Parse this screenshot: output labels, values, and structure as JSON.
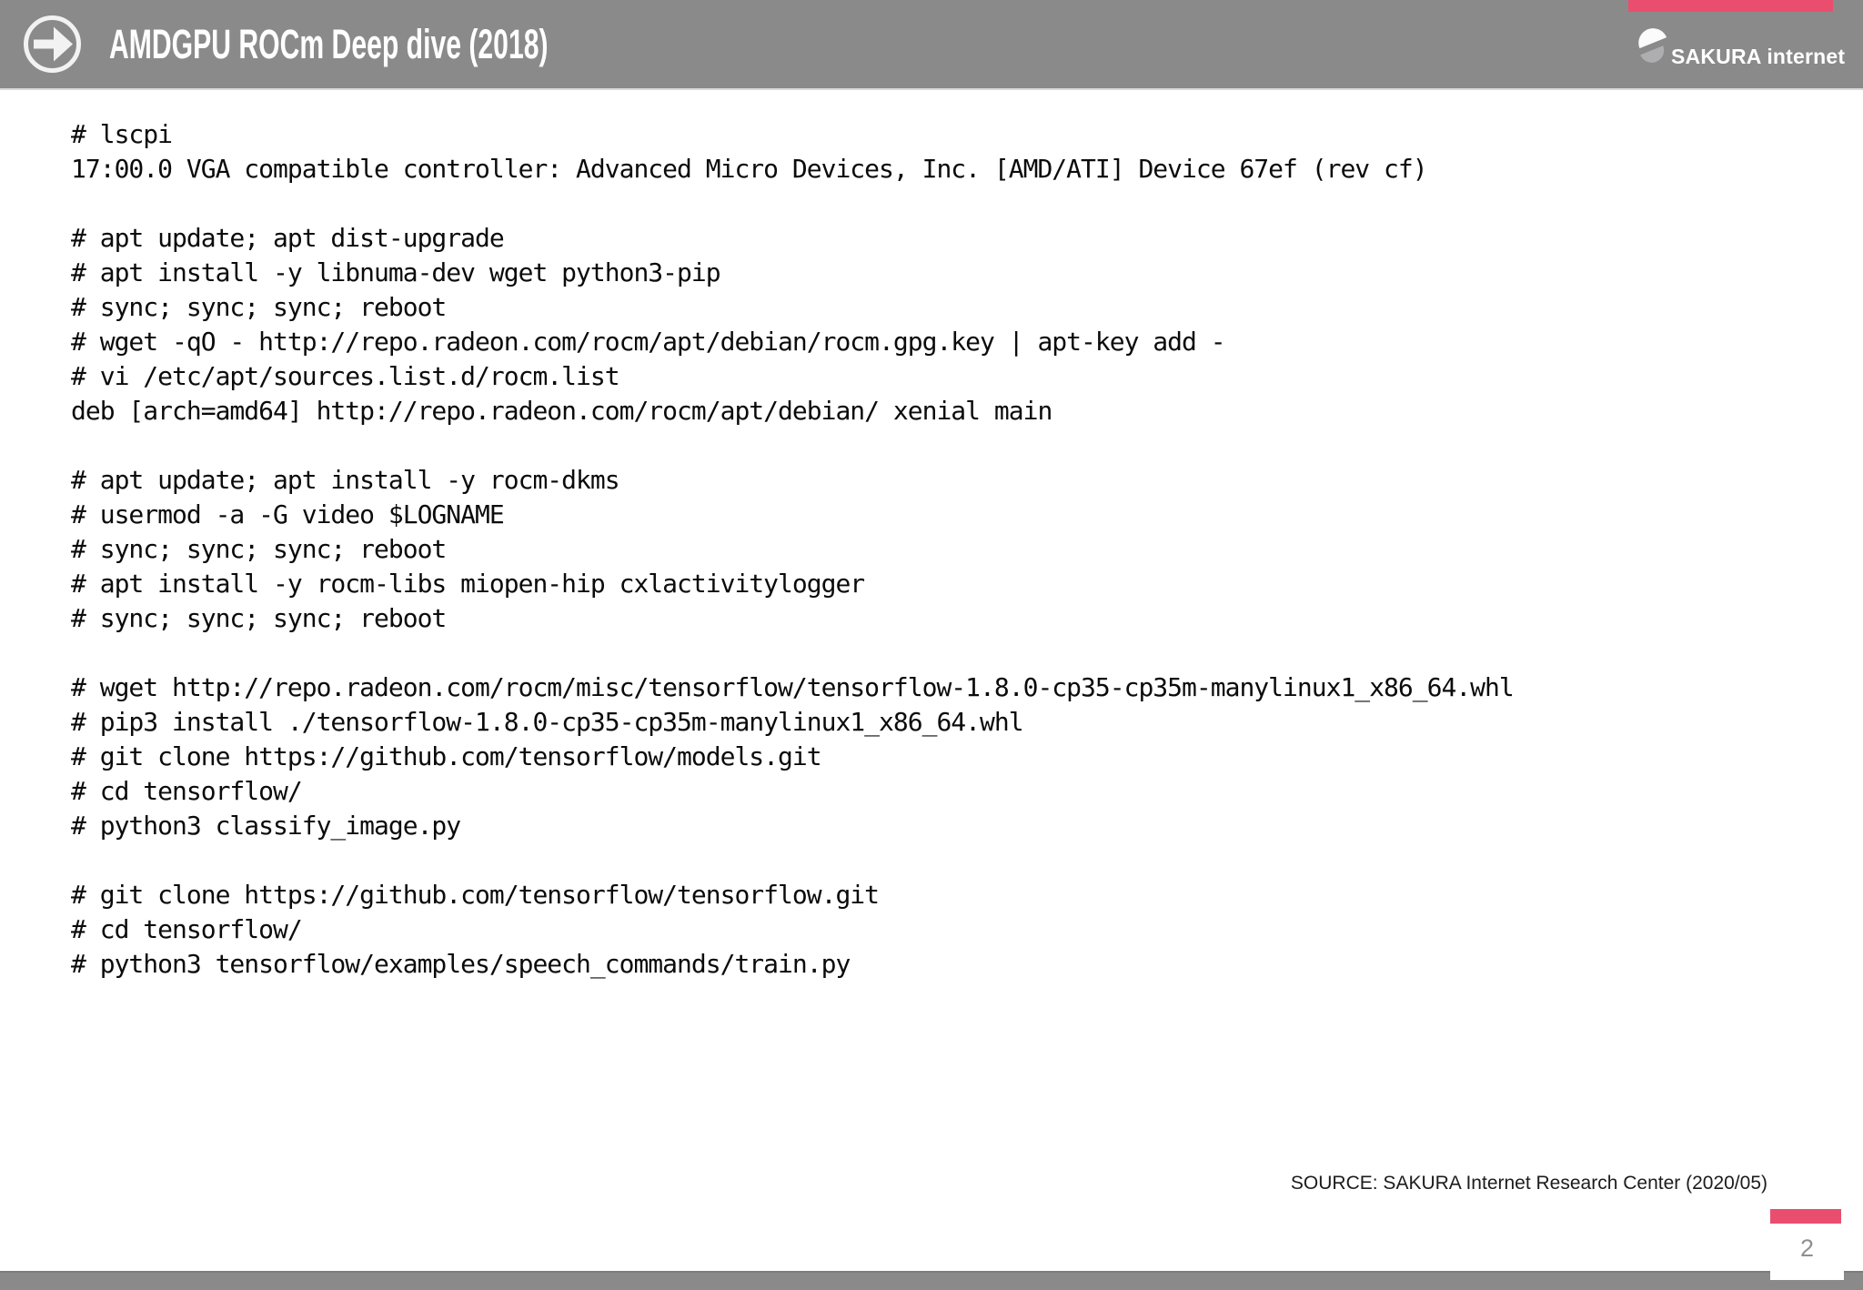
{
  "header": {
    "title": "AMDGPU ROCm Deep dive (2018)",
    "logo_text": "SAKURA internet",
    "accent_color": "#ea4e6e",
    "bar_color": "#8a8a8a"
  },
  "terminal": {
    "blocks": [
      {
        "lines": [
          "# lscpi",
          "17:00.0 VGA compatible controller: Advanced Micro Devices, Inc. [AMD/ATI] Device 67ef (rev cf)"
        ]
      },
      {
        "lines": [
          "# apt update; apt dist-upgrade",
          "# apt install -y libnuma-dev wget python3-pip",
          "# sync; sync; sync; reboot",
          "# wget -qO - http://repo.radeon.com/rocm/apt/debian/rocm.gpg.key | apt-key add -",
          "# vi /etc/apt/sources.list.d/rocm.list",
          "deb [arch=amd64] http://repo.radeon.com/rocm/apt/debian/ xenial main"
        ]
      },
      {
        "lines": [
          "# apt update; apt install -y rocm-dkms",
          "# usermod -a -G video $LOGNAME",
          "# sync; sync; sync; reboot",
          "# apt install -y rocm-libs miopen-hip cxlactivitylogger",
          "# sync; sync; sync; reboot"
        ]
      },
      {
        "lines": [
          "# wget http://repo.radeon.com/rocm/misc/tensorflow/tensorflow-1.8.0-cp35-cp35m-manylinux1_x86_64.whl",
          "# pip3 install ./tensorflow-1.8.0-cp35-cp35m-manylinux1_x86_64.whl",
          "# git clone https://github.com/tensorflow/models.git",
          "# cd tensorflow/",
          "# python3 classify_image.py"
        ]
      },
      {
        "lines": [
          "# git clone https://github.com/tensorflow/tensorflow.git",
          "# cd tensorflow/",
          "# python3 tensorflow/examples/speech_commands/train.py"
        ]
      }
    ]
  },
  "footer": {
    "source": "SOURCE: SAKURA Internet Research Center (2020/05)",
    "page_number": "2"
  }
}
